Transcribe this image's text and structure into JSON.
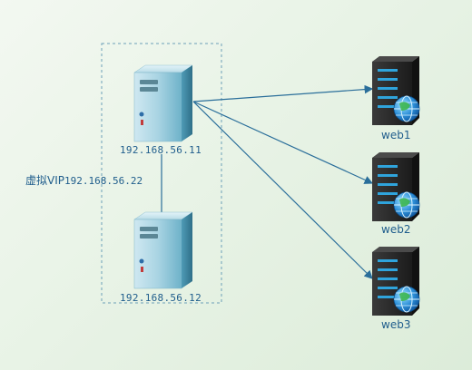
{
  "diagram": {
    "primary_server": {
      "ip": "192.168.56.11"
    },
    "backup_server": {
      "ip": "192.168.56.12"
    },
    "vip": {
      "prefix": "虚拟VIP",
      "ip": "192.168.56.22"
    },
    "web_servers": [
      {
        "label": "web1"
      },
      {
        "label": "web2"
      },
      {
        "label": "web3"
      }
    ],
    "colors": {
      "connector": "#2a6e9a",
      "cluster_border": "#6ca0b8",
      "label_text": "#1f5d8c",
      "tower_body": "#5aa9c4",
      "rack_body": "#2b2b2b",
      "globe": "#1e7fd1"
    },
    "icons": [
      "server-tower-icon",
      "rack-server-icon",
      "globe-icon"
    ]
  }
}
